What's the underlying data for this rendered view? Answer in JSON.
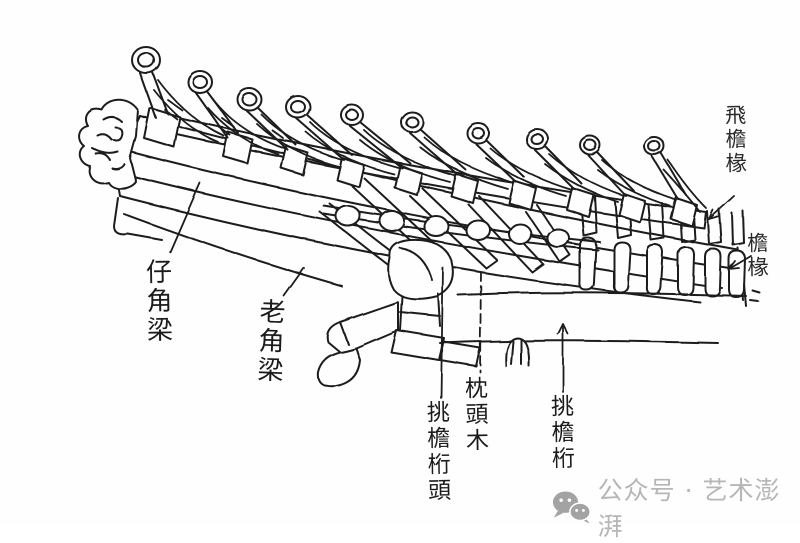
{
  "figure": {
    "description": "Hand-drawn ink sketch of a traditional Chinese roof eave corner (angle-beam and rafter assembly), with handwritten part labels",
    "labels": [
      {
        "name": "zi-jiao-liang",
        "text": "仔角梁"
      },
      {
        "name": "lao-jiao-liang",
        "text": "老角梁"
      },
      {
        "name": "tiao-yan-heng-tou",
        "text": "挑檐桁頭"
      },
      {
        "name": "zhen-tou-mu",
        "text": "枕頭木"
      },
      {
        "name": "tiao-yan-heng",
        "text": "挑檐桁"
      },
      {
        "name": "fei-yan-chuan",
        "text": "飛檐椽"
      },
      {
        "name": "yan-chuan",
        "text": "檐椽"
      }
    ]
  },
  "watermark": {
    "icon": "wechat-icon",
    "text": "公众号 · 艺术澎湃",
    "text_color": "#b6b6b6",
    "icon_color": "#a3a3a3"
  },
  "colors": {
    "ink": "#1e1e1e",
    "background": "#ffffff"
  }
}
